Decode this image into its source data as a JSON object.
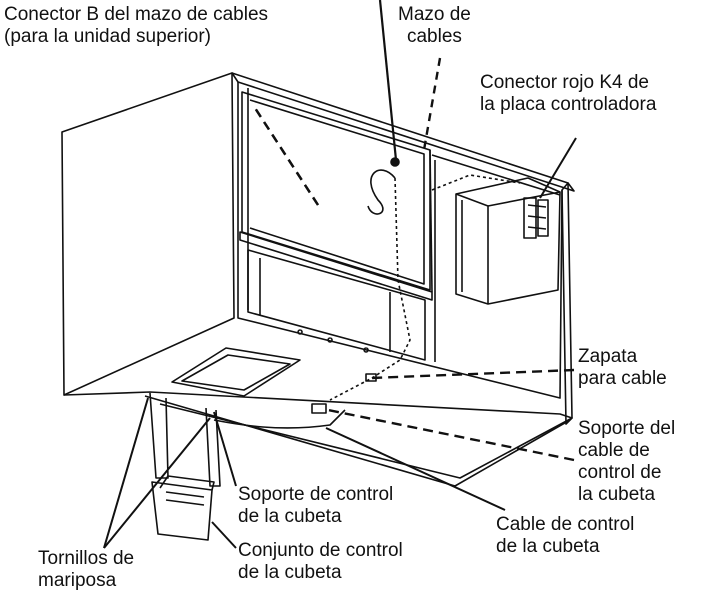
{
  "labels": {
    "harness_connector": [
      "Conector B del mazo de cables",
      "(para la unidad superior)"
    ],
    "wire_harness": [
      "Mazo de",
      "cables"
    ],
    "red_connector": [
      "Conector rojo K4 de",
      "la placa controladora"
    ],
    "wire_lug": [
      "Zapata",
      "para cable"
    ],
    "cable_support": [
      "Soporte del",
      "cable de",
      "control de",
      "la cubeta"
    ],
    "bin_control_support": [
      "Soporte de control",
      "de la cubeta"
    ],
    "bin_control_cable": [
      "Cable de control",
      "de la cubeta"
    ],
    "thumb_screws": [
      "Tornillos de",
      "mariposa"
    ],
    "bin_control_assembly": [
      "Conjunto de control",
      "de la cubeta"
    ]
  },
  "colors": {
    "line": "#111111",
    "background": "#ffffff"
  }
}
